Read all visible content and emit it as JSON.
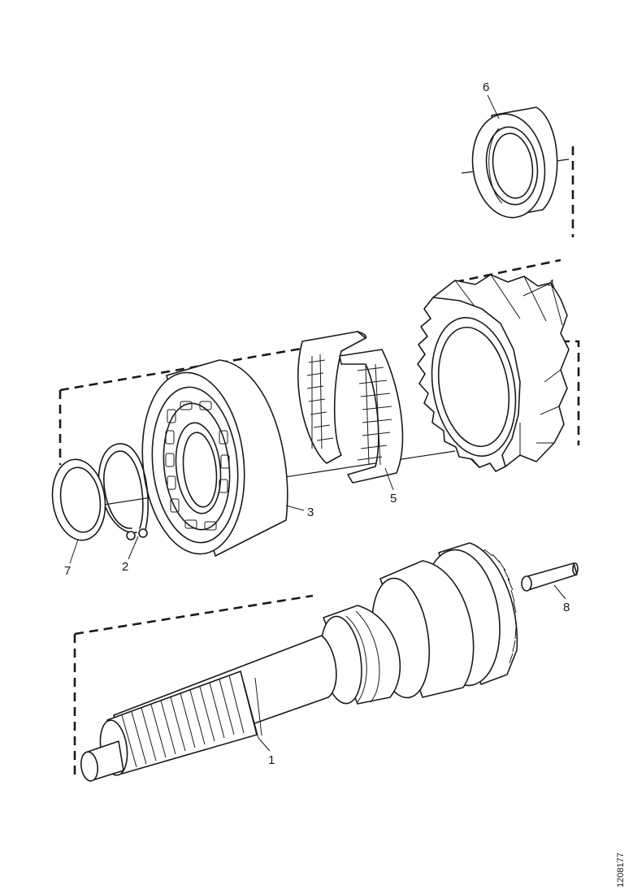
{
  "callouts": {
    "c1": "1",
    "c2": "2",
    "c3": "3",
    "c4": "4",
    "c5": "5",
    "c6": "6",
    "c7": "7",
    "c8": "8"
  },
  "reference_code": "1208177",
  "colors": {
    "ink": "#1a1a1a",
    "paper": "#ffffff"
  }
}
